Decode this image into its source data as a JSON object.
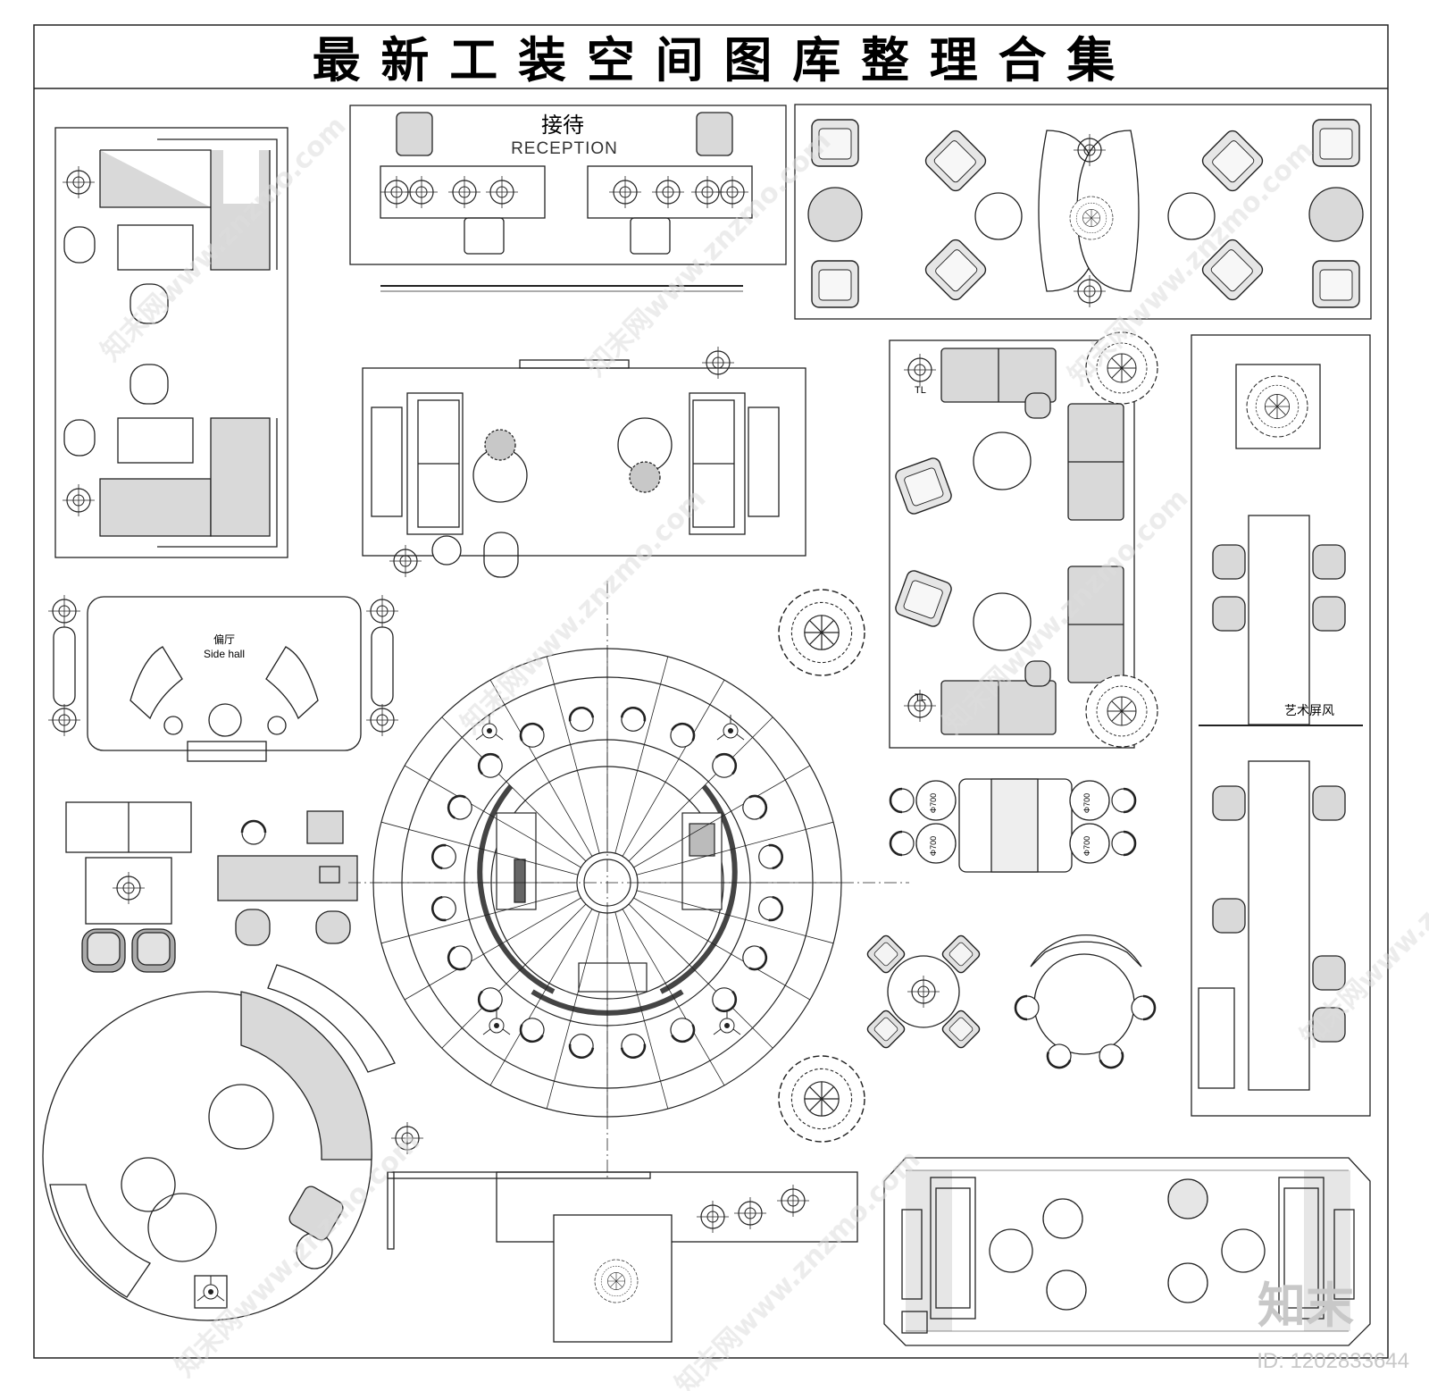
{
  "sheet": {
    "title": "最 新 工 装 空 间 图 库 整 理 合 集"
  },
  "labels": {
    "reception_cn": "接待",
    "reception_en": "RECEPTION",
    "side_hall_cn": "偏厅",
    "side_hall_en": "Side hall",
    "art_screen": "艺术屏风",
    "tl_1": "TL",
    "tl_2": "TL",
    "phi_1": "Φ700",
    "phi_2": "Φ700",
    "phi_3": "Φ700",
    "phi_4": "Φ700"
  },
  "watermark": {
    "brand": "知末",
    "id_text": "ID: 1202833644",
    "site": "知末网www.znzmo.com"
  },
  "colors": {
    "line": "#222222",
    "fill_gray": "#d9d9d9",
    "fill_dark": "#aaaaaa",
    "watermark": "#e6e6e6"
  }
}
